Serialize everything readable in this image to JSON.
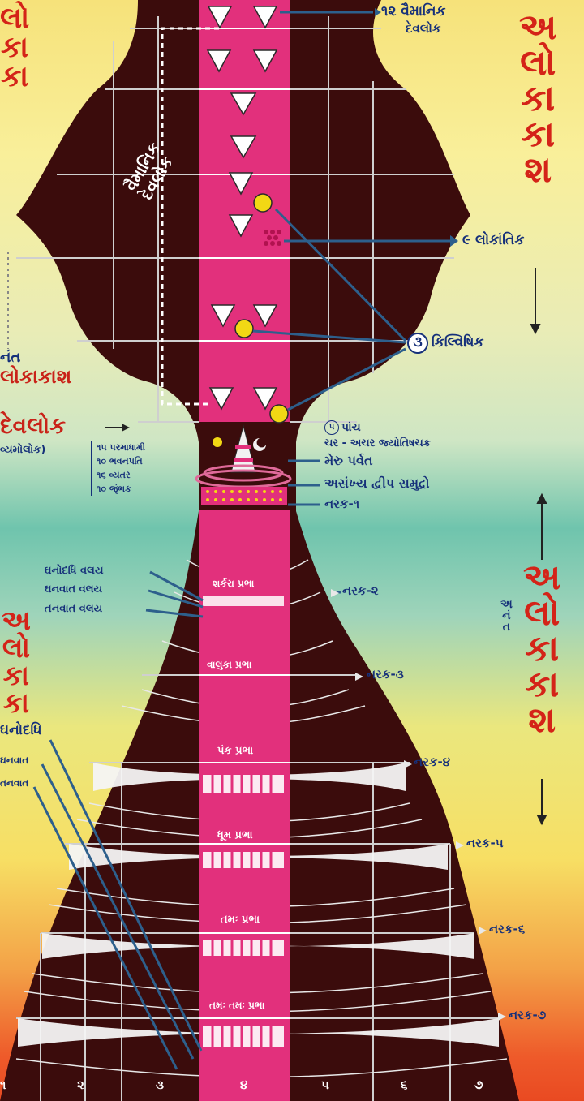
{
  "upper": {
    "label_12": "૧૨ વૈમાનિક",
    "label_12b": "દેવલોક",
    "label_vaimanik": "વૈમાનિક",
    "label_devlok": "દેવલોક",
    "label_lokantik": "૯ લોકાંતિક",
    "label_kilvishik": "કિલ્વિષિક",
    "kilvishik_num": "૩",
    "upper_red_letters": [
      "અ",
      "લો",
      "કા",
      "કા",
      "શ"
    ]
  },
  "middle": {
    "left_lokakash_top": "નંત",
    "left_lokakash": "લોકાકાશ",
    "left_devlok": "દેવલોક",
    "left_devlok_sub": "વ્યમોલોક)",
    "list": [
      "૧૫ પરમાધામી",
      "૧૦ ભવનપતિ",
      "૧૬ વ્યંતર",
      "૧૦ જૃંભક"
    ],
    "panch": "પાંચ",
    "panch_num": "૫",
    "jyotishchakra": "ચર - અચર જ્યોતિષચક્ર",
    "meru": "મેરુ પર્વત",
    "asankhya": "અસંખ્ય દ્વીપ સમુદ્રો",
    "narak1": "નરક-૧"
  },
  "lower": {
    "valay": [
      "ઘનોદધિ વલય",
      "ઘનવાત વલય",
      "તનવાત વલય"
    ],
    "narak": [
      "નરક-૨",
      "નરક-૩",
      "નરક-૪",
      "નરક-૫",
      "નરક-૬",
      "નરક-૭"
    ],
    "prabha": [
      "શર્કરા પ્રભા",
      "વાલુકા પ્રભા",
      "પંક પ્રભા",
      "ધૂમ પ્રભા",
      "તમઃ પ્રભા",
      "તમઃ તમઃ પ્રભા"
    ],
    "lower_red_letters": [
      "અ",
      "લો",
      "કા",
      "કા",
      "શ"
    ],
    "side_small": [
      "અ",
      "નં",
      "ત"
    ],
    "left_red_letters": [
      "અ",
      "લો",
      "કા",
      "કા"
    ],
    "left_list": [
      "ઘનોદધિ",
      "ઘનવાત",
      "તનવાત"
    ],
    "top_left_red_letters": [
      "લો",
      "કા",
      "કા"
    ]
  },
  "scale": [
    "૧",
    "૨",
    "૩",
    "૪",
    "૫",
    "૬",
    "૭"
  ],
  "colors": {
    "dark": "#3b0c0c",
    "column": "#e0307a",
    "grid": "#d8d8d8",
    "annotation": "#16307a",
    "red": "#d42318",
    "yellow": "#f2d814"
  }
}
